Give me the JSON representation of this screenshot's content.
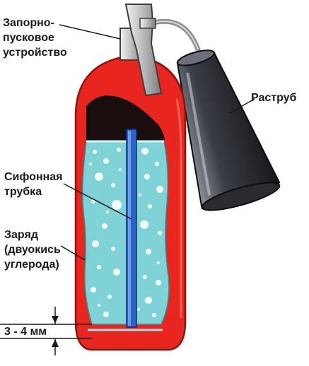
{
  "labels": {
    "valve": [
      "Запорно-",
      "пусковое",
      "устройство"
    ],
    "horn": "Раструб",
    "siphon": [
      "Сифонная",
      "трубка"
    ],
    "charge": [
      "Заряд",
      "(двуокись",
      "углерода)"
    ],
    "gap": "3 - 4 мм"
  },
  "colors": {
    "body": "#e8261f",
    "body_edge": "#8a1410",
    "gas": "#1a0d0d",
    "liquid": "#7fd3d6",
    "liquid_edge": "#2f8f94",
    "siphon": "#2b63c4",
    "horn": "#3a3d44",
    "valve": "#b9b9b9"
  }
}
